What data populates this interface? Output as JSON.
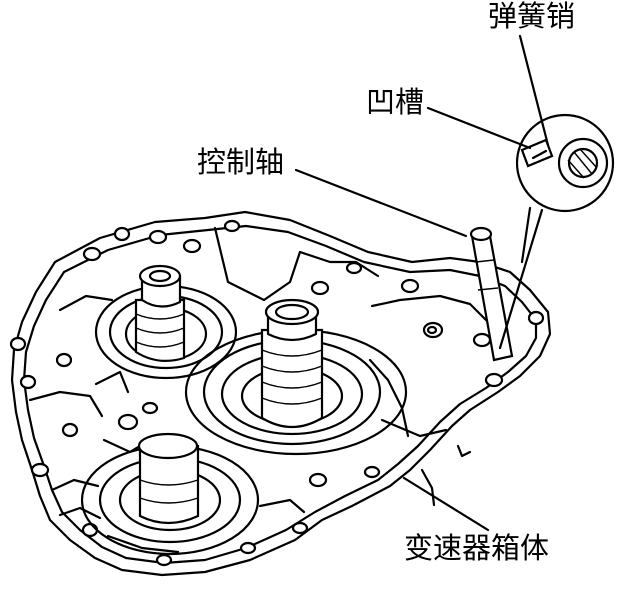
{
  "labels": {
    "spring_pin": "弹簧销",
    "groove": "凹槽",
    "control_shaft": "控制轴",
    "gearbox_case": "变速器箱体"
  },
  "colors": {
    "line": "#000000",
    "background": "#ffffff"
  }
}
